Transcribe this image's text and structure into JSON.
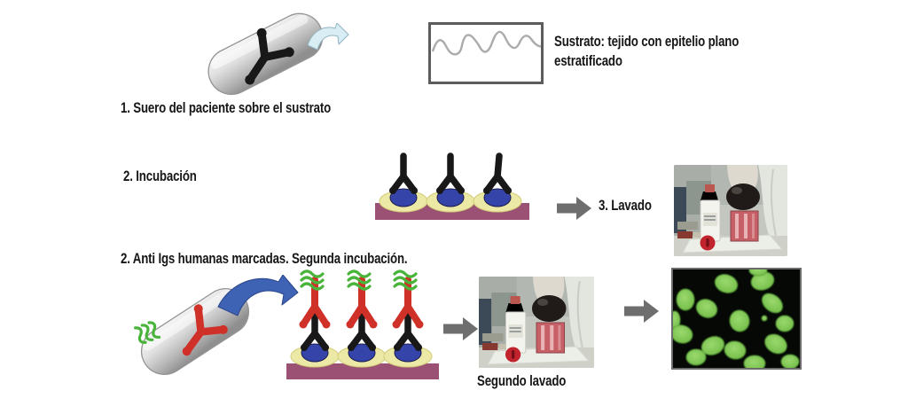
{
  "labels": {
    "step1": "1. Suero del paciente sobre el sustrato",
    "substrate": "Sustrato: tejido con epitelio plano estratificado",
    "step2": "2. Incubación",
    "step3": "3. Lavado",
    "step2b": "2. Anti Igs humanas marcadas. Segunda incubación.",
    "second_wash": "Segundo lavado"
  },
  "icons": [
    "serum-vial",
    "pour-arrow-light",
    "substrate-box",
    "tissue-wave",
    "bound-antibodies-diagram",
    "block-arrow",
    "wash-photo",
    "labeled-antibody-vial",
    "pour-arrow-blue",
    "labeled-bound-antibodies-diagram",
    "second-wash-photo",
    "fluorescence-micrograph"
  ],
  "colors": {
    "background": "#FFFFFF",
    "text": "#161616",
    "substrate_bar": "#9B5173",
    "antigen_oval": "#3544A9",
    "cell_blob": "#ECE9A6",
    "primary_antibody": "#181818",
    "secondary_antibody": "#CF3028",
    "fluorescent_label": "#49B43A",
    "flow_arrow": "#6E6E6E",
    "pour_arrow_blue": "#3F63B4",
    "pour_arrow_light": "#D9EDF5",
    "micrograph_background": "#050805",
    "micrograph_cells": "#7BC34F"
  }
}
